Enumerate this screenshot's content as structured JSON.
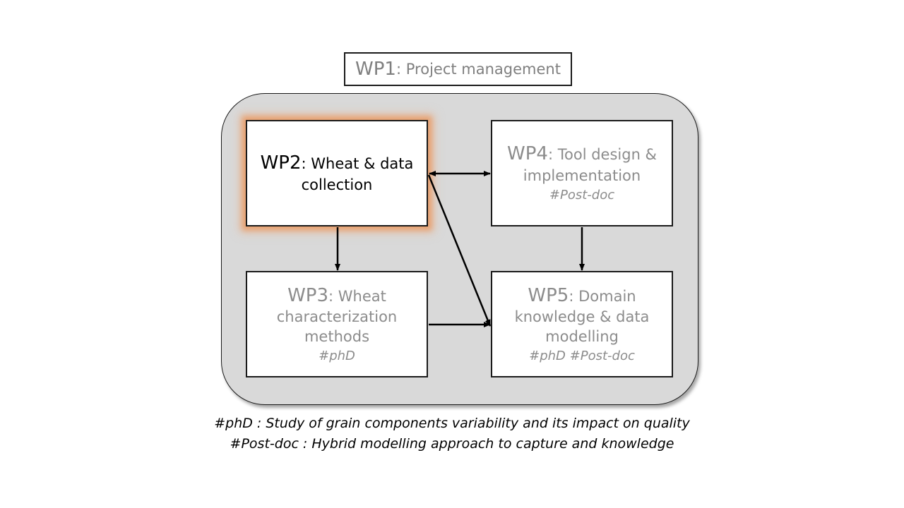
{
  "wp1": {
    "code": "WP1",
    "title": "Project management"
  },
  "wp2": {
    "code": "WP2",
    "title": "Wheat & data collection"
  },
  "wp3": {
    "code": "WP3",
    "title": "Wheat characterization methods",
    "tag": "#phD"
  },
  "wp4": {
    "code": "WP4",
    "title": "Tool design & implementation",
    "tag": "#Post-doc"
  },
  "wp5": {
    "code": "WP5",
    "title": "Domain knowledge & data modelling",
    "tag": "#phD #Post-doc"
  },
  "footnotes": {
    "phd": "#phD : Study of grain components variability and its impact on quality",
    "postdoc": "#Post-doc : Hybrid modelling approach to capture and knowledge"
  },
  "colors": {
    "panel": "#d9d9d9",
    "active_glow": "#ed7d31",
    "inactive_text": "#8c8c8c"
  }
}
